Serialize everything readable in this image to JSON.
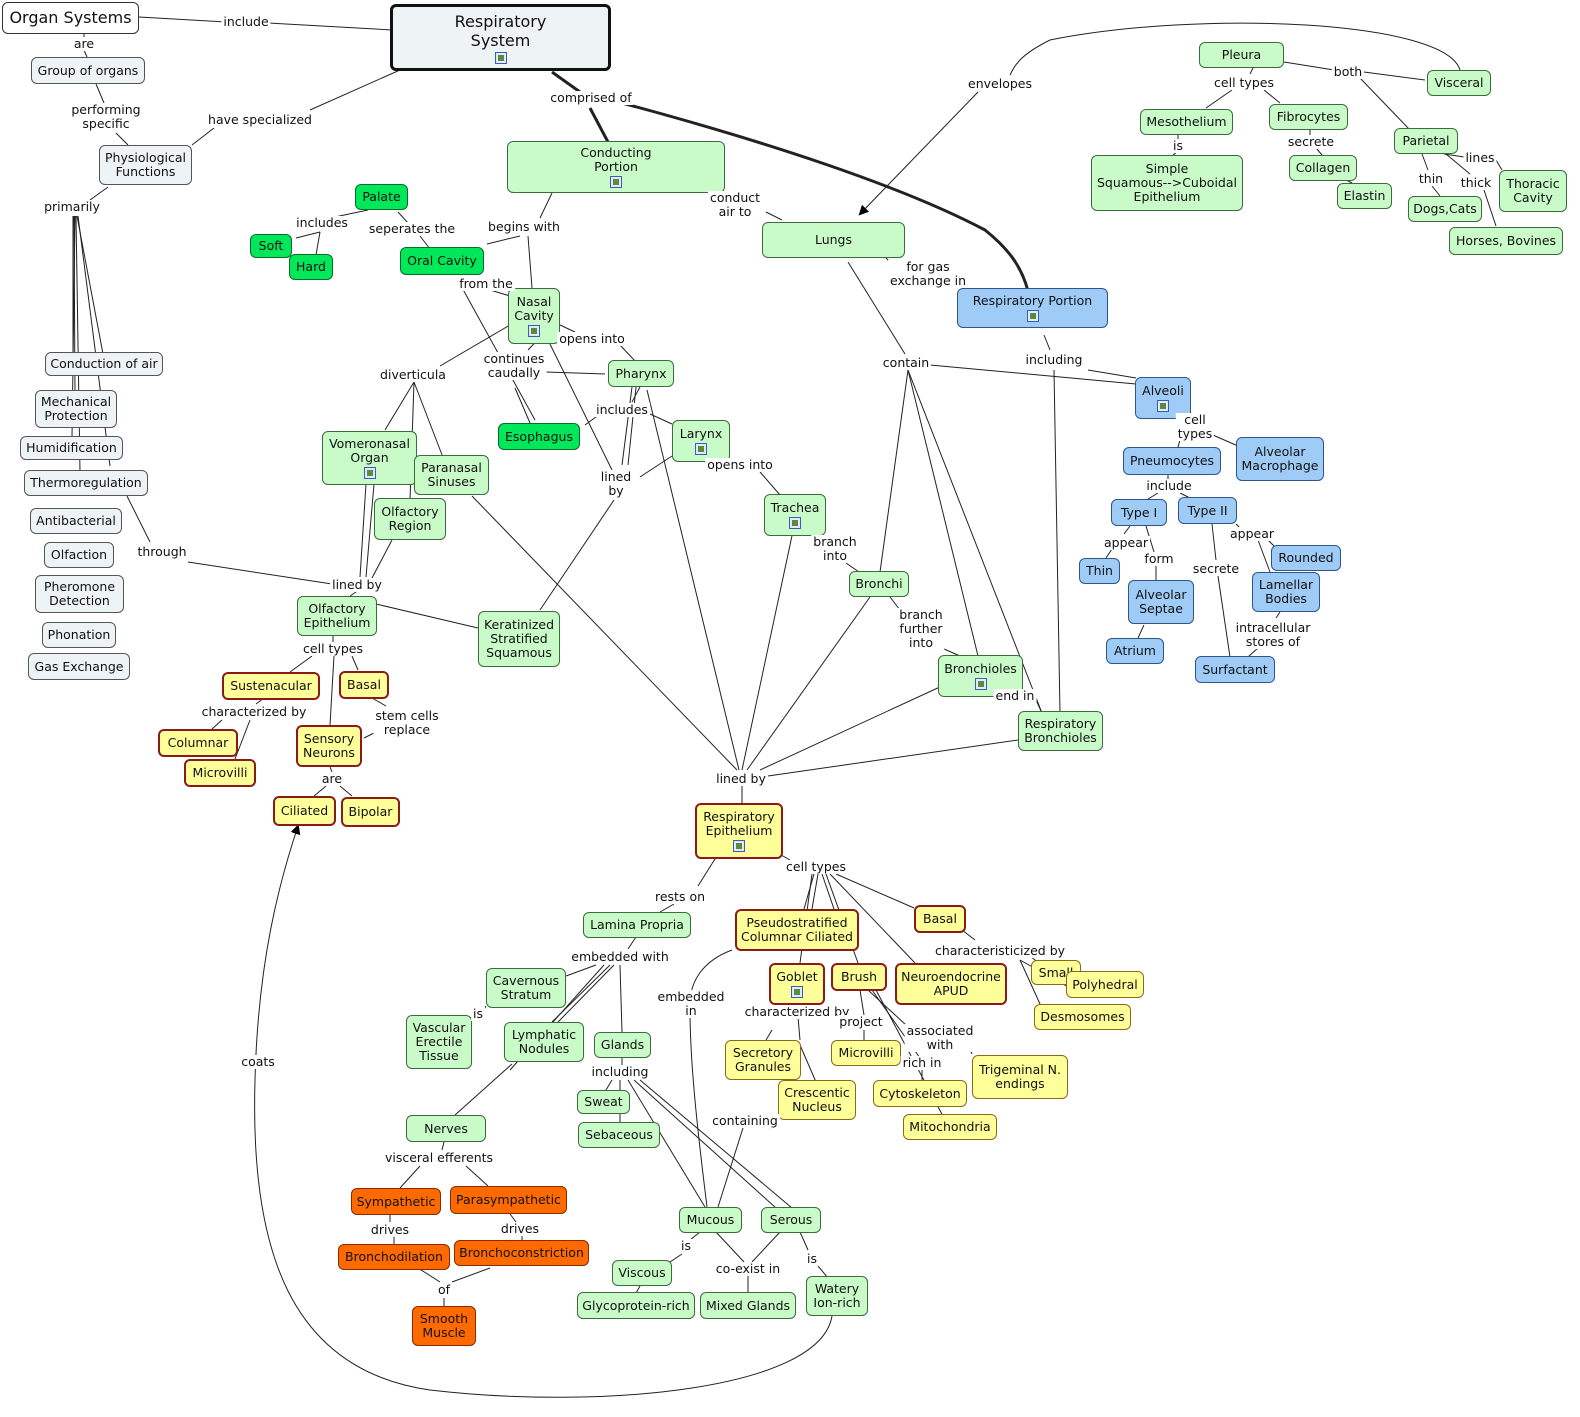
{
  "nodes": [
    {
      "id": "organ_systems",
      "text": "Organ Systems",
      "style": "bigplain"
    },
    {
      "id": "resp_system",
      "text": "Respiratory\nSystem",
      "style": "title",
      "icon": true
    },
    {
      "id": "group_organs",
      "text": "Group of organs",
      "style": "org"
    },
    {
      "id": "phys_func",
      "text": "Physiological\nFunctions",
      "style": "org"
    },
    {
      "id": "conduction_air",
      "text": "Conduction of air",
      "style": "org"
    },
    {
      "id": "mech_prot",
      "text": "Mechanical\nProtection",
      "style": "org"
    },
    {
      "id": "humid",
      "text": "Humidification",
      "style": "org"
    },
    {
      "id": "thermo",
      "text": "Thermoregulation",
      "style": "org"
    },
    {
      "id": "antibac",
      "text": "Antibacterial",
      "style": "org"
    },
    {
      "id": "olfaction",
      "text": "Olfaction",
      "style": "org"
    },
    {
      "id": "pheromone",
      "text": "Pheromone\nDetection",
      "style": "org"
    },
    {
      "id": "phonation",
      "text": "Phonation",
      "style": "org"
    },
    {
      "id": "gas_exchange",
      "text": "Gas Exchange",
      "style": "org"
    },
    {
      "id": "conducting_portion",
      "text": "Conducting\nPortion",
      "style": "green",
      "icon": true
    },
    {
      "id": "lungs",
      "text": "Lungs",
      "style": "green"
    },
    {
      "id": "resp_portion",
      "text": "Respiratory Portion",
      "style": "blue",
      "icon": true
    },
    {
      "id": "palate",
      "text": "Palate",
      "style": "bright"
    },
    {
      "id": "soft",
      "text": "Soft",
      "style": "bright"
    },
    {
      "id": "hard",
      "text": "Hard",
      "style": "bright"
    },
    {
      "id": "oral_cavity",
      "text": "Oral Cavity",
      "style": "bright"
    },
    {
      "id": "nasal_cavity",
      "text": "Nasal\nCavity",
      "style": "green",
      "icon": true
    },
    {
      "id": "pharynx",
      "text": "Pharynx",
      "style": "green"
    },
    {
      "id": "esophagus",
      "text": "Esophagus",
      "style": "bright"
    },
    {
      "id": "larynx",
      "text": "Larynx",
      "style": "green",
      "icon": true
    },
    {
      "id": "trachea",
      "text": "Trachea",
      "style": "green",
      "icon": true
    },
    {
      "id": "bronchi",
      "text": "Bronchi",
      "style": "green"
    },
    {
      "id": "bronchioles",
      "text": "Bronchioles",
      "style": "green",
      "icon": true
    },
    {
      "id": "resp_bronchioles",
      "text": "Respiratory\nBronchioles",
      "style": "green"
    },
    {
      "id": "vomeronasal",
      "text": "Vomeronasal\nOrgan",
      "style": "green",
      "icon": true
    },
    {
      "id": "paranasal",
      "text": "Paranasal\nSinuses",
      "style": "green"
    },
    {
      "id": "olf_region",
      "text": "Olfactory\nRegion",
      "style": "green"
    },
    {
      "id": "olf_epith",
      "text": "Olfactory\nEpithelium",
      "style": "green"
    },
    {
      "id": "kerat",
      "text": "Keratinized\nStratified\nSquamous",
      "style": "green"
    },
    {
      "id": "sustenacular",
      "text": "Sustenacular",
      "style": "yellowb"
    },
    {
      "id": "basal_olf",
      "text": "Basal",
      "style": "yellowb"
    },
    {
      "id": "columnar",
      "text": "Columnar",
      "style": "yellowb"
    },
    {
      "id": "microvilli_olf",
      "text": "Microvilli",
      "style": "yellowb"
    },
    {
      "id": "sensory",
      "text": "Sensory\nNeurons",
      "style": "yellowb"
    },
    {
      "id": "ciliated",
      "text": "Ciliated",
      "style": "yellowb"
    },
    {
      "id": "bipolar",
      "text": "Bipolar",
      "style": "yellowb"
    },
    {
      "id": "resp_epith",
      "text": "Respiratory\nEpithelium",
      "style": "yellowb",
      "icon": true
    },
    {
      "id": "lamina",
      "text": "Lamina Propria",
      "style": "green"
    },
    {
      "id": "cavernous",
      "text": "Cavernous\nStratum",
      "style": "green"
    },
    {
      "id": "vascular",
      "text": "Vascular\nErectile\nTissue",
      "style": "green"
    },
    {
      "id": "lymphatic",
      "text": "Lymphatic\nNodules",
      "style": "green"
    },
    {
      "id": "glands",
      "text": "Glands",
      "style": "green"
    },
    {
      "id": "sweat",
      "text": "Sweat",
      "style": "green"
    },
    {
      "id": "sebaceous",
      "text": "Sebaceous",
      "style": "green"
    },
    {
      "id": "nerves",
      "text": "Nerves",
      "style": "green"
    },
    {
      "id": "sympathetic",
      "text": "Sympathetic",
      "style": "orange"
    },
    {
      "id": "parasympathetic",
      "text": "Parasympathetic",
      "style": "orange"
    },
    {
      "id": "bronchodilation",
      "text": "Bronchodilation",
      "style": "orange"
    },
    {
      "id": "bronchoconstriction",
      "text": "Bronchoconstriction",
      "style": "orange"
    },
    {
      "id": "smooth_muscle",
      "text": "Smooth\nMuscle",
      "style": "orange"
    },
    {
      "id": "mucous",
      "text": "Mucous",
      "style": "green"
    },
    {
      "id": "serous",
      "text": "Serous",
      "style": "green"
    },
    {
      "id": "viscous",
      "text": "Viscous",
      "style": "green"
    },
    {
      "id": "glycoprotein",
      "text": "Glycoprotein-rich",
      "style": "green"
    },
    {
      "id": "mixed_glands",
      "text": "Mixed Glands",
      "style": "green"
    },
    {
      "id": "watery",
      "text": "Watery\nIon-rich",
      "style": "green"
    },
    {
      "id": "pseudo",
      "text": "Pseudostratified\nColumnar Ciliated",
      "style": "yellowb"
    },
    {
      "id": "goblet",
      "text": "Goblet",
      "style": "yellowb",
      "icon": true
    },
    {
      "id": "brush",
      "text": "Brush",
      "style": "yellowb"
    },
    {
      "id": "neuro",
      "text": "Neuroendocrine\nAPUD",
      "style": "yellowb"
    },
    {
      "id": "basal_resp",
      "text": "Basal",
      "style": "yellowb"
    },
    {
      "id": "small",
      "text": "Small",
      "style": "yellow"
    },
    {
      "id": "polyhedral",
      "text": "Polyhedral",
      "style": "yellow"
    },
    {
      "id": "desmosomes",
      "text": "Desmosomes",
      "style": "yellow"
    },
    {
      "id": "secretory",
      "text": "Secretory\nGranules",
      "style": "yellow"
    },
    {
      "id": "crescentic",
      "text": "Crescentic\nNucleus",
      "style": "yellow"
    },
    {
      "id": "microvilli_brush",
      "text": "Microvilli",
      "style": "yellow"
    },
    {
      "id": "cytoskeleton",
      "text": "Cytoskeleton",
      "style": "yellow"
    },
    {
      "id": "mitochondria",
      "text": "Mitochondria",
      "style": "yellow"
    },
    {
      "id": "trigeminal",
      "text": "Trigeminal N.\nendings",
      "style": "yellow"
    },
    {
      "id": "pleura",
      "text": "Pleura",
      "style": "green"
    },
    {
      "id": "visceral",
      "text": "Visceral",
      "style": "green"
    },
    {
      "id": "mesothelium",
      "text": "Mesothelium",
      "style": "green"
    },
    {
      "id": "simple_squamous",
      "text": "Simple\nSquamous-->Cuboidal\nEpithelium",
      "style": "green"
    },
    {
      "id": "fibrocytes",
      "text": "Fibrocytes",
      "style": "green"
    },
    {
      "id": "collagen",
      "text": "Collagen",
      "style": "green"
    },
    {
      "id": "elastin",
      "text": "Elastin",
      "style": "green"
    },
    {
      "id": "parietal",
      "text": "Parietal",
      "style": "green"
    },
    {
      "id": "thoracic",
      "text": "Thoracic\nCavity",
      "style": "green"
    },
    {
      "id": "dogs_cats",
      "text": "Dogs,Cats",
      "style": "green"
    },
    {
      "id": "horses",
      "text": "Horses, Bovines",
      "style": "green"
    },
    {
      "id": "alveoli",
      "text": "Alveoli",
      "style": "blue",
      "icon": true
    },
    {
      "id": "pneumocytes",
      "text": "Pneumocytes",
      "style": "blue"
    },
    {
      "id": "alv_macro",
      "text": "Alveolar\nMacrophage",
      "style": "blue"
    },
    {
      "id": "type1",
      "text": "Type I",
      "style": "blue"
    },
    {
      "id": "type2",
      "text": "Type II",
      "style": "blue"
    },
    {
      "id": "thin",
      "text": "Thin",
      "style": "blue"
    },
    {
      "id": "alv_septae",
      "text": "Alveolar\nSeptae",
      "style": "blue"
    },
    {
      "id": "atrium",
      "text": "Atrium",
      "style": "blue"
    },
    {
      "id": "rounded",
      "text": "Rounded",
      "style": "blue"
    },
    {
      "id": "lamellar",
      "text": "Lamellar\nBodies",
      "style": "blue"
    },
    {
      "id": "surfactant",
      "text": "Surfactant",
      "style": "blue"
    }
  ],
  "link_labels": [
    {
      "id": "include",
      "text": "include"
    },
    {
      "id": "are1",
      "text": "are"
    },
    {
      "id": "performing",
      "text": "performing\nspecific"
    },
    {
      "id": "have_spec",
      "text": "have specialized"
    },
    {
      "id": "primarily",
      "text": "primarily"
    },
    {
      "id": "comprised",
      "text": "comprised of"
    },
    {
      "id": "includes_palate",
      "text": "includes"
    },
    {
      "id": "seperates",
      "text": "seperates the"
    },
    {
      "id": "begins",
      "text": "begins with"
    },
    {
      "id": "conduct_air",
      "text": "conduct\nair to"
    },
    {
      "id": "from_the",
      "text": "from the"
    },
    {
      "id": "opens_into1",
      "text": "opens into"
    },
    {
      "id": "diverticula",
      "text": "diverticula"
    },
    {
      "id": "continues",
      "text": "continues\ncaudally"
    },
    {
      "id": "includes_ph",
      "text": "includes"
    },
    {
      "id": "lined_by_ph",
      "text": "lined\nby"
    },
    {
      "id": "opens_into2",
      "text": "opens into"
    },
    {
      "id": "branch_into",
      "text": "branch\ninto"
    },
    {
      "id": "branch_further",
      "text": "branch\nfurther\ninto"
    },
    {
      "id": "end_in",
      "text": "end in"
    },
    {
      "id": "for_gas",
      "text": "for gas\nexchange in"
    },
    {
      "id": "contain",
      "text": "contain"
    },
    {
      "id": "including",
      "text": "including"
    },
    {
      "id": "envelopes",
      "text": "envelopes"
    },
    {
      "id": "through",
      "text": "through"
    },
    {
      "id": "lined_by_olf",
      "text": "lined by"
    },
    {
      "id": "cell_types_olf",
      "text": "cell types"
    },
    {
      "id": "characterized_olf",
      "text": "characterized by"
    },
    {
      "id": "stem_cells",
      "text": "stem cells\nreplace"
    },
    {
      "id": "are2",
      "text": "are"
    },
    {
      "id": "lined_by_main",
      "text": "lined by"
    },
    {
      "id": "rests_on",
      "text": "rests on"
    },
    {
      "id": "cell_types_resp",
      "text": "cell types"
    },
    {
      "id": "embedded_with",
      "text": "embedded with"
    },
    {
      "id": "is_cav",
      "text": "is"
    },
    {
      "id": "including_gl",
      "text": "including"
    },
    {
      "id": "embedded_in",
      "text": "embedded\nin"
    },
    {
      "id": "characterized_gob",
      "text": "characterized by"
    },
    {
      "id": "characterisized",
      "text": "characteristicized by"
    },
    {
      "id": "project",
      "text": "project"
    },
    {
      "id": "associated",
      "text": "associated\nwith"
    },
    {
      "id": "rich_in",
      "text": "rich in"
    },
    {
      "id": "containing",
      "text": "containing"
    },
    {
      "id": "visceral_eff",
      "text": "visceral efferents"
    },
    {
      "id": "drives1",
      "text": "drives"
    },
    {
      "id": "drives2",
      "text": "drives"
    },
    {
      "id": "of",
      "text": "of"
    },
    {
      "id": "is_muc",
      "text": "is"
    },
    {
      "id": "coexist",
      "text": "co-exist in"
    },
    {
      "id": "is_ser",
      "text": "is"
    },
    {
      "id": "coats",
      "text": "coats"
    },
    {
      "id": "cell_types_pl",
      "text": "cell types"
    },
    {
      "id": "both",
      "text": "both"
    },
    {
      "id": "is_meso",
      "text": "is"
    },
    {
      "id": "secrete_fib",
      "text": "secrete"
    },
    {
      "id": "lines",
      "text": "lines"
    },
    {
      "id": "thin_lbl",
      "text": "thin"
    },
    {
      "id": "thick_lbl",
      "text": "thick"
    },
    {
      "id": "cell_types_alv",
      "text": "cell\ntypes"
    },
    {
      "id": "include_pn",
      "text": "include"
    },
    {
      "id": "appear1",
      "text": "appear"
    },
    {
      "id": "form",
      "text": "form"
    },
    {
      "id": "appear2",
      "text": "appear"
    },
    {
      "id": "secrete_t2",
      "text": "secrete"
    },
    {
      "id": "intracellular",
      "text": "intracellular\nstores of"
    }
  ]
}
